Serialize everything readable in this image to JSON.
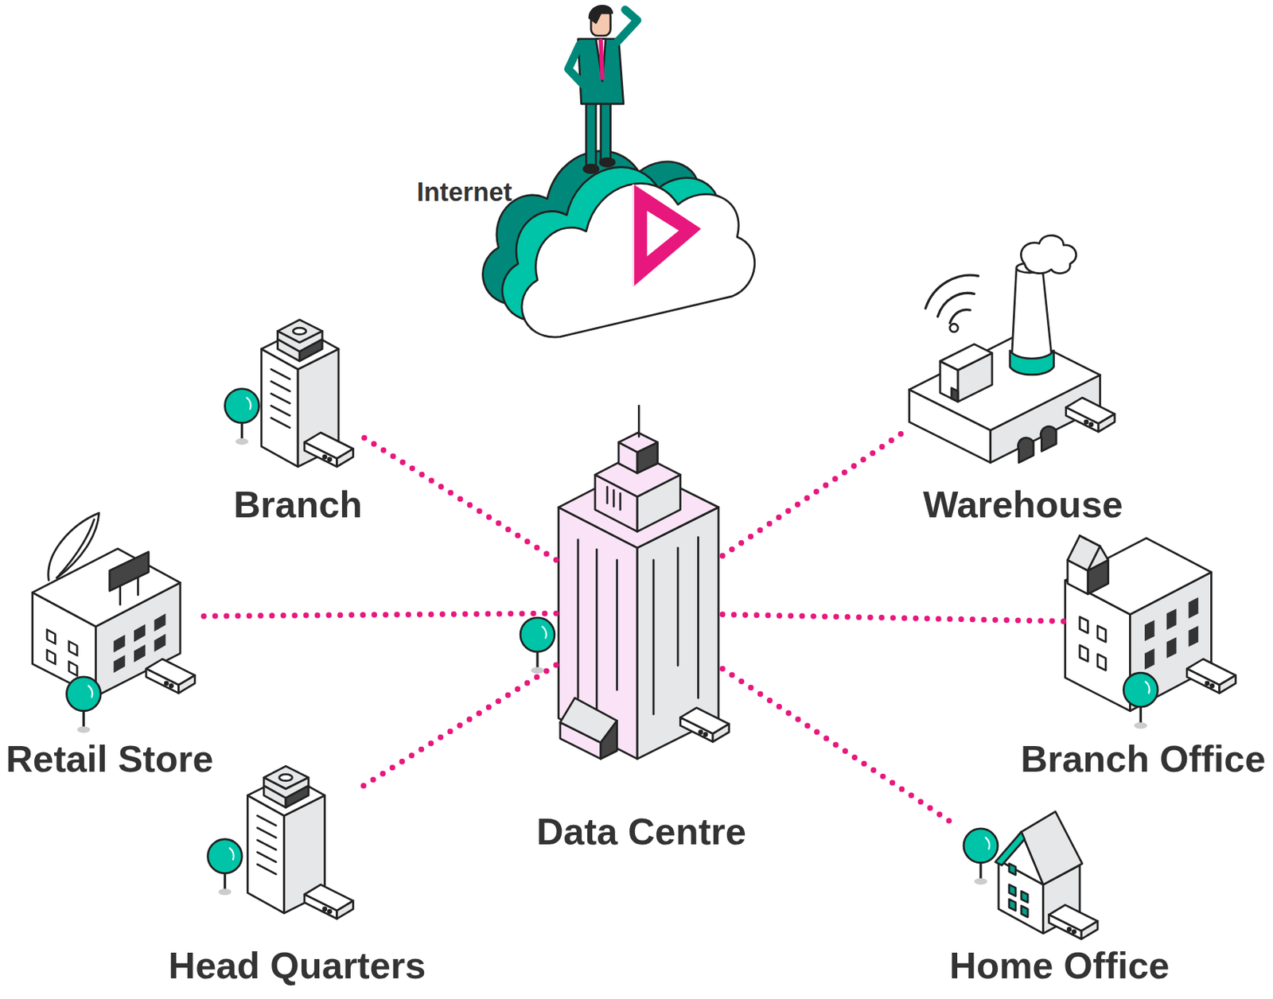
{
  "diagram": {
    "nodes": [
      {
        "text": [
          "Internet"
        ]
      },
      {
        "text": [
          "Branch"
        ]
      },
      {
        "text": [
          "Warehouse"
        ]
      },
      {
        "text": [
          "Retail Store"
        ]
      },
      {
        "text": [
          "Branch Office"
        ]
      },
      {
        "text": [
          "Data Centre"
        ]
      },
      {
        "text": [
          "Head Quarters"
        ]
      },
      {
        "text": [
          "Home Office"
        ]
      }
    ],
    "edges": [
      {
        "from": 5,
        "to": 1,
        "arrow": "none"
      },
      {
        "from": 5,
        "to": 2,
        "arrow": "none"
      },
      {
        "from": 5,
        "to": 3,
        "arrow": "none"
      },
      {
        "from": 5,
        "to": 4,
        "arrow": "none"
      },
      {
        "from": 5,
        "to": 6,
        "arrow": "none"
      },
      {
        "from": 5,
        "to": 7,
        "arrow": "none"
      }
    ]
  }
}
